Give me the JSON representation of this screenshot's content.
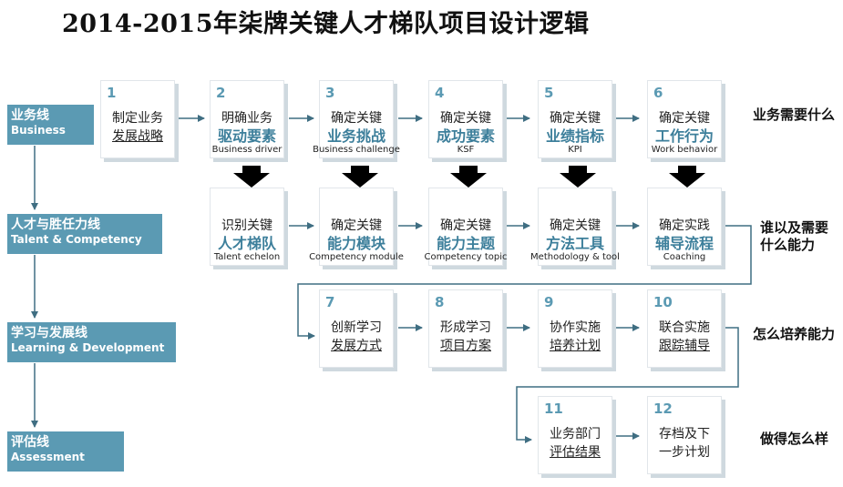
{
  "title": "2014-2015年柒牌关键人才梯队项目设计逻辑",
  "lanes": [
    {
      "cn": "业务线",
      "en": "Business"
    },
    {
      "cn": "人才与胜任力线",
      "en": "Talent & Competency"
    },
    {
      "cn": "学习与发展线",
      "en": "Learning & Development"
    },
    {
      "cn": "评估线",
      "en": "Assessment"
    }
  ],
  "row1": [
    {
      "num": "1",
      "l1": "制定业务",
      "l2": "发展战略"
    },
    {
      "num": "2",
      "l1": "明确业务",
      "hl": "驱动要素",
      "en": "Business driver"
    },
    {
      "num": "3",
      "l1": "确定关键",
      "hl": "业务挑战",
      "en": "Business challenge"
    },
    {
      "num": "4",
      "l1": "确定关键",
      "hl": "成功要素",
      "en": "KSF"
    },
    {
      "num": "5",
      "l1": "确定关键",
      "hl": "业绩指标",
      "en": "KPI"
    },
    {
      "num": "6",
      "l1": "确定关键",
      "hl": "工作行为",
      "en": "Work behavior"
    }
  ],
  "row2": [
    {
      "l1": "识别关键",
      "hl": "人才梯队",
      "en": "Talent echelon"
    },
    {
      "l1": "确定关键",
      "hl": "能力模块",
      "en": "Competency module"
    },
    {
      "l1": "确定关键",
      "hl": "能力主题",
      "en": "Competency topic"
    },
    {
      "l1": "确定关键",
      "hl": "方法工具",
      "en": "Methodology & tool"
    },
    {
      "l1": "确定实践",
      "hl": "辅导流程",
      "en": "Coaching"
    }
  ],
  "row3": [
    {
      "num": "7",
      "l1": "创新学习",
      "l2": "发展方式"
    },
    {
      "num": "8",
      "l1": "形成学习",
      "l2": "项目方案"
    },
    {
      "num": "9",
      "l1": "协作实施",
      "l2": "培养计划"
    },
    {
      "num": "10",
      "l1": "联合实施",
      "l2": "跟踪辅导"
    }
  ],
  "row4": [
    {
      "num": "11",
      "l1": "业务部门",
      "l2": "评估结果"
    },
    {
      "num": "12",
      "l1": "存档及下",
      "l2": "一步计划"
    }
  ],
  "right_labels": {
    "r1": "业务需要什么",
    "r2a": "谁以及需要",
    "r2b": "什么能力",
    "r3": "怎么培养能力",
    "r4": "做得怎么样"
  },
  "colors": {
    "lane_bg": "#5b9ab3",
    "accent_text": "#3d7f9b",
    "arrow": "#3f6e82",
    "down_arrow": "#000000"
  }
}
